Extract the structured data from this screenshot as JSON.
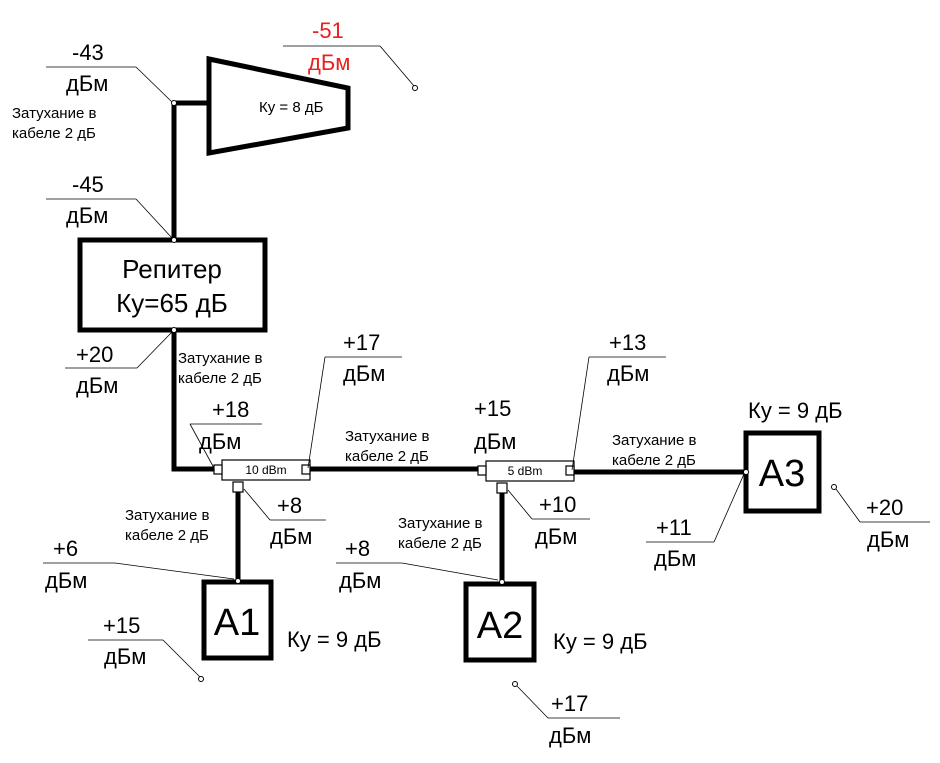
{
  "antenna": {
    "gain": "Ку = 8 дБ",
    "input_level": {
      "value": "-51",
      "unit": "дБм",
      "color": "#e8201e"
    },
    "output_level": {
      "value": "-43",
      "unit": "дБм"
    }
  },
  "cable_loss_label": [
    "Затухание в",
    "кабеле 2 дБ"
  ],
  "repeater": {
    "name": "Репитер",
    "gain": "Ку=65 дБ",
    "input_level": {
      "value": "-45",
      "unit": "дБм"
    },
    "output_level": {
      "value": "+20",
      "unit": "дБм"
    }
  },
  "tap1": {
    "label": "10 dBm",
    "input_level": {
      "value": "+18",
      "unit": "дБм"
    },
    "through_level": {
      "value": "+17",
      "unit": "дБм"
    },
    "branch_level": {
      "value": "+8",
      "unit": "дБм"
    }
  },
  "tap2": {
    "label": "5 dBm",
    "input_level": {
      "value": "+15",
      "unit": "дБм"
    },
    "through_level": {
      "value": "+13",
      "unit": "дБм"
    },
    "branch_level": {
      "value": "+10",
      "unit": "дБм"
    }
  },
  "antennas": [
    {
      "id": "A1",
      "gain": "Ку = 9 дБ",
      "input_level": {
        "value": "+6",
        "unit": "дБм"
      },
      "output_level": {
        "value": "+15",
        "unit": "дБм"
      }
    },
    {
      "id": "A2",
      "gain": "Ку = 9 дБ",
      "input_level": {
        "value": "+8",
        "unit": "дБм"
      },
      "output_level": {
        "value": "+17",
        "unit": "дБм"
      }
    },
    {
      "id": "A3",
      "gain": "Ку = 9 дБ",
      "input_level": {
        "value": "+11",
        "unit": "дБм"
      },
      "output_level": {
        "value": "+20",
        "unit": "дБм"
      }
    }
  ]
}
